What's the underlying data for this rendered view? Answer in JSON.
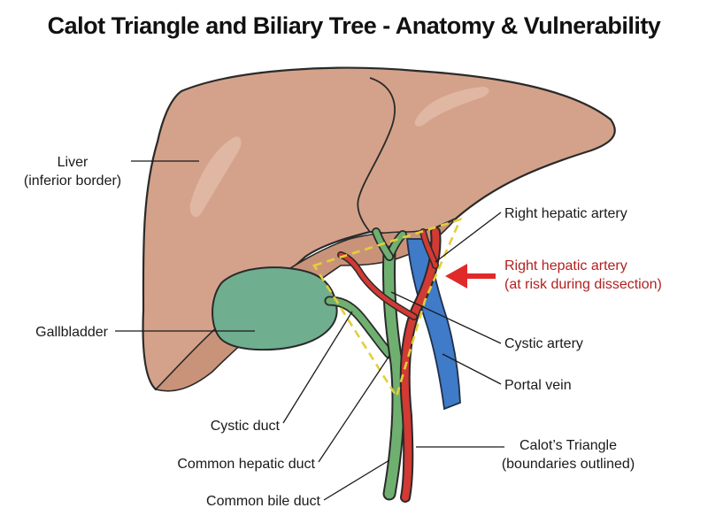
{
  "title": "Calot Triangle and Biliary Tree - Anatomy & Vulnerability",
  "colors": {
    "liver": "#d4a28a",
    "liver_shadow": "#b9826c",
    "gallbladder": "#6fae8f",
    "duct": "#6fb070",
    "artery": "#d23a33",
    "vein": "#3f7bc8",
    "triangle_outline": "#e3cf3a",
    "risk_text": "#b32020",
    "risk_arrow": "#e02a2a"
  },
  "labels": {
    "liver_line1": "Liver",
    "liver_line2": "(inferior border)",
    "gallbladder": "Gallbladder",
    "cystic_duct": "Cystic duct",
    "common_hepatic_duct": "Common hepatic duct",
    "common_bile_duct": "Common bile duct",
    "right_hepatic_artery": "Right hepatic artery",
    "risk_line1": "Right hepatic artery",
    "risk_line2": "(at risk during dissection)",
    "cystic_artery": "Cystic artery",
    "portal_vein": "Portal vein",
    "calot_line1": "Calot’s Triangle",
    "calot_line2": "(boundaries outlined)"
  }
}
